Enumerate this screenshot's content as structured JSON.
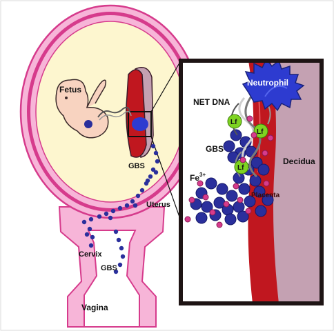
{
  "labels": {
    "fetus": "Fetus",
    "net_dna": "NET DNA",
    "neutrophil": "Neutrophil",
    "lf": "Lf",
    "gbs": "GBS",
    "decidua": "Decidua",
    "fe_base": "Fe",
    "fe_charge": "3+",
    "placenta": "Placenta",
    "uterus": "Uterus",
    "cervix": "Cervix",
    "vagina": "Vagina"
  },
  "colors": {
    "uterus_outer": "#f7b5d8",
    "uterus_wall": "#d63b8c",
    "amniotic": "#fdf6cf",
    "fetus": "#f8d3c0",
    "blood": "#c0171f",
    "decidua": "#c4a1b2",
    "bacteria": "#2a2f9c",
    "lactoferrin": "#7ed321",
    "iron": "#d63b8c",
    "neutrophil": "#2d3bd0",
    "inset_border": "#1e1414"
  }
}
